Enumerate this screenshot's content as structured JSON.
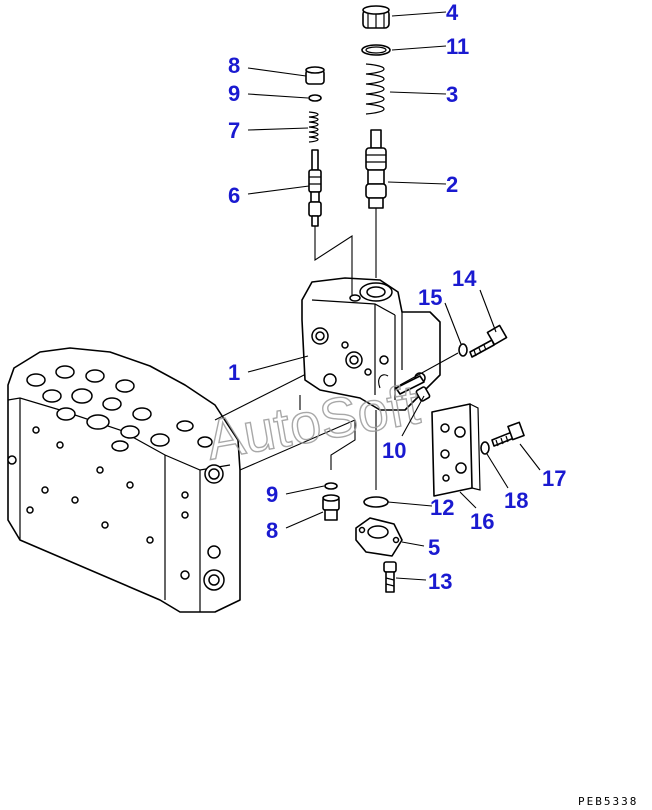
{
  "callouts": {
    "c4": "4",
    "c11": "11",
    "c8_top": "8",
    "c3": "3",
    "c9_top": "9",
    "c7": "7",
    "c2": "2",
    "c6": "6",
    "c14": "14",
    "c15": "15",
    "c1": "1",
    "c10": "10",
    "c9_bottom": "9",
    "c12": "12",
    "c16": "16",
    "c17": "17",
    "c18": "18",
    "c8_bottom": "8",
    "c5": "5",
    "c13": "13"
  },
  "watermark": "AutoSoft",
  "drawing_code": "PEB5338",
  "colors": {
    "callout": "#1a1ad0",
    "line": "#000000",
    "watermark": "#9a9a9a"
  }
}
